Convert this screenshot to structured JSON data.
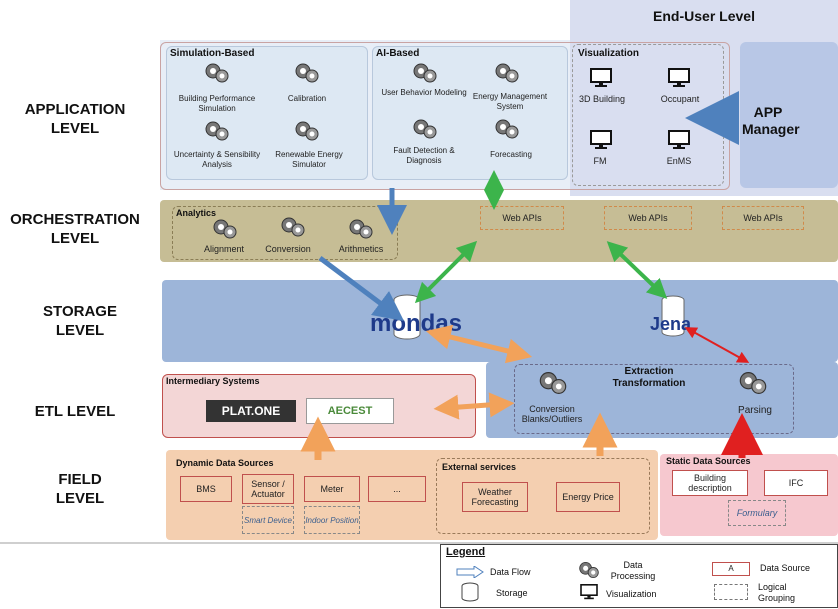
{
  "levels": {
    "application": "APPLICATION LEVEL",
    "orchestration": "ORCHESTRATION LEVEL",
    "storage": "STORAGE LEVEL",
    "etl": "ETL LEVEL",
    "field": "FIELD LEVEL"
  },
  "end_user_title": "End-User Level",
  "app_manager": "APP Manager",
  "simulation": {
    "title": "Simulation-Based",
    "items": [
      "Building Performance Simulation",
      "Calibration",
      "Uncertainty & Sensibility Analysis",
      "Renewable Energy Simulator"
    ]
  },
  "ai": {
    "title": "AI-Based",
    "items": [
      "User Behavior Modeling",
      "Energy Management System",
      "Fault Detection & Diagnosis",
      "Forecasting"
    ]
  },
  "visualization": {
    "title": "Visualization",
    "items": [
      "3D Building",
      "Occupant",
      "FM",
      "EnMS"
    ]
  },
  "analytics": {
    "title": "Analytics",
    "items": [
      "Alignment",
      "Conversion",
      "Arithmetics"
    ]
  },
  "web_apis": [
    "Web APIs",
    "Web APIs",
    "Web APIs"
  ],
  "storage": {
    "mondas": "mondas",
    "jena": "Jena"
  },
  "intermediary": {
    "title": "Intermediary Systems",
    "platone": "PLAT.ONE",
    "aecest": "AECEST"
  },
  "extraction": {
    "title": "Extraction Transformation",
    "conversion": "Conversion Blanks/Outliers",
    "parsing": "Parsing"
  },
  "dynamic": {
    "title": "Dynamic Data Sources",
    "items": [
      "BMS",
      "Sensor / Actuator",
      "Meter",
      "..."
    ],
    "virtual": [
      "Smart Device",
      "Indoor Position"
    ]
  },
  "external": {
    "title": "External services",
    "items": [
      "Weather Forecasting",
      "Energy Price"
    ]
  },
  "static": {
    "title": "Static Data Sources",
    "items": [
      "Building description",
      "IFC"
    ],
    "formulary": "Formulary"
  },
  "legend": {
    "title": "Legend",
    "data_flow": "Data Flow",
    "data_processing": "Data Processing",
    "data_source": "Data Source",
    "data_source_marker": "A",
    "storage": "Storage",
    "visualization": "Visualization",
    "logical_grouping": "Logical Grouping"
  },
  "colors": {
    "application_band": "#dce6f1",
    "orchestration_band": "#c6bd95",
    "storage_band": "#9db5d9",
    "etl_band": "#dce6f1",
    "field_band": "#f4cfb0",
    "end_user": "#d9def0",
    "flow_arrow": "#4f81bd",
    "green_arrow": "#3cb44b",
    "orange_arrow": "#f2a25a",
    "red_arrow": "#e02020"
  }
}
